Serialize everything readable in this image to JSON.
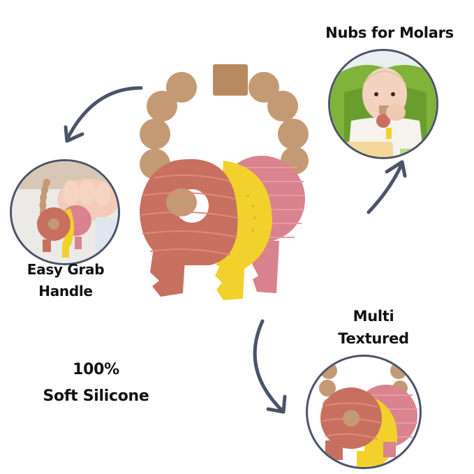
{
  "features": [
    {
      "id": "nubs",
      "label": "Nubs for Molars"
    },
    {
      "id": "grab",
      "line1": "Easy Grab",
      "line2": "Handle"
    },
    {
      "id": "silicone",
      "line1": "100%",
      "line2": "Soft Silicone"
    },
    {
      "id": "textured",
      "line1": "Multi",
      "line2": "Textured"
    }
  ],
  "colors": {
    "ring": "#c39a74",
    "ring_shade": "#a97f5b",
    "key_terracotta": "#c8705f",
    "key_yellow": "#f2d12c",
    "key_pink": "#d9838f",
    "arrow": "#4a5368",
    "chair_green": "#7fb33a"
  }
}
